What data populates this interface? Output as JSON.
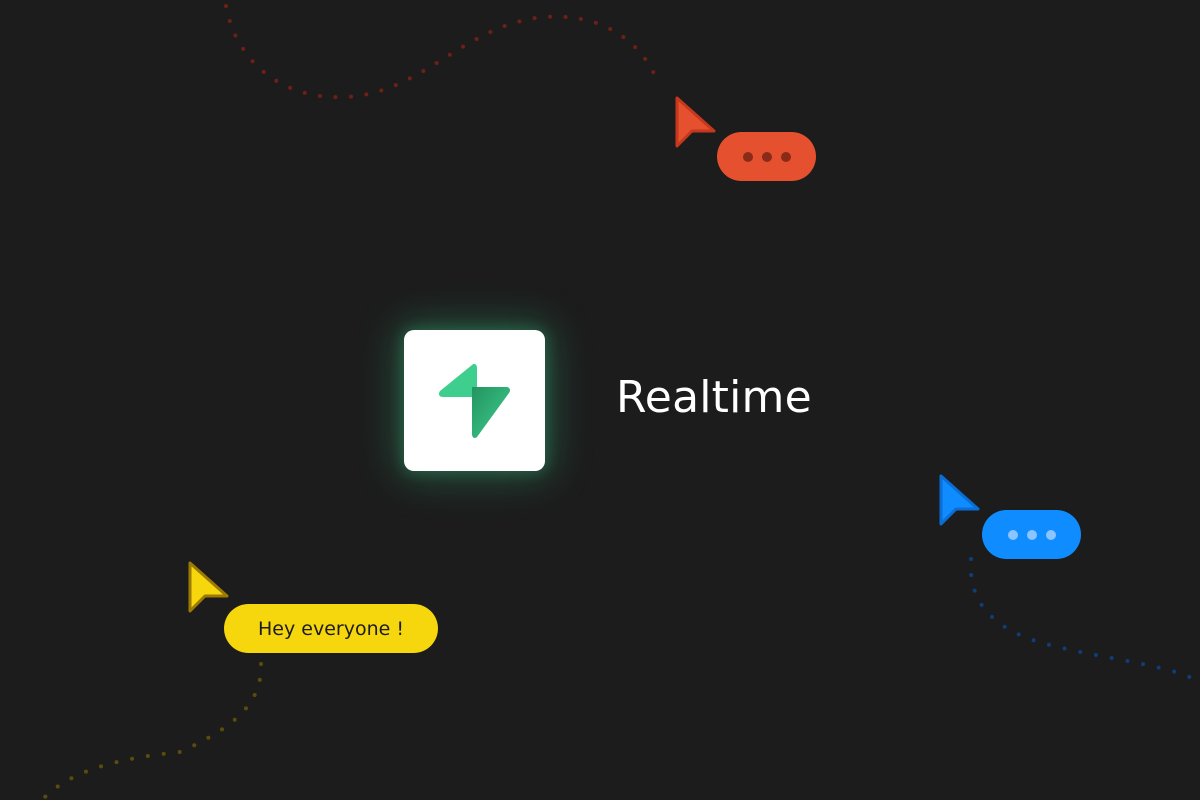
{
  "product": {
    "title": "Realtime",
    "logo": "supabase-bolt-icon",
    "accent_color": "#3ecf8e"
  },
  "cursors": [
    {
      "id": "red",
      "color": "#e5502f",
      "outline": "#c6381c",
      "bubble_color": "#e5502f",
      "bubble_content": "typing-indicator",
      "dot_color": "#8a2a18"
    },
    {
      "id": "blue",
      "color": "#0f8cff",
      "outline": "#0a6ed6",
      "bubble_color": "#0f8cff",
      "bubble_content": "typing-indicator",
      "dot_color": "#8cc4ff"
    },
    {
      "id": "yellow",
      "color": "#f6d70d",
      "outline": "#9a7a05",
      "bubble_color": "#f6d70d",
      "bubble_text": "Hey everyone !"
    }
  ],
  "trail_colors": {
    "red": "#6e2016",
    "blue": "#0e3e78",
    "yellow": "#5c4c0c"
  }
}
